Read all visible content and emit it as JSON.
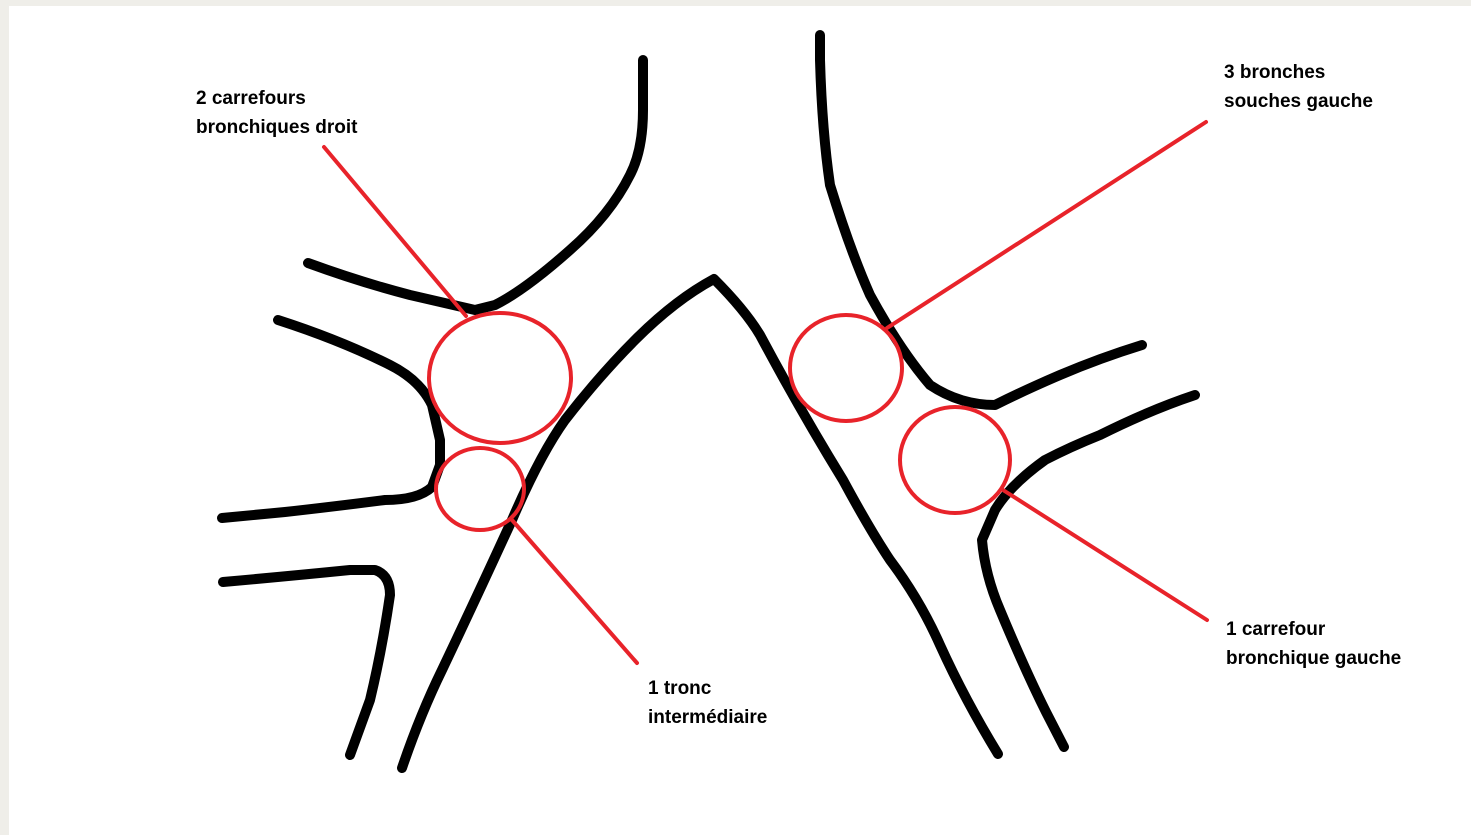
{
  "colors": {
    "background": "#efeee9",
    "canvas": "#ffffff",
    "airway_stroke": "#000000",
    "annotation": "#e8232a",
    "text": "#000000"
  },
  "annotations": {
    "right_carrefours": {
      "line1": "2 carrefours",
      "line2": "bronchiques droit"
    },
    "left_bronches_souches": {
      "line1": "3 bronches",
      "line2": "souches gauche"
    },
    "tronc_intermediaire": {
      "line1": "1 tronc",
      "line2": "intermédiaire"
    },
    "left_carrefour": {
      "line1": "1 carrefour",
      "line2": "bronchique gauche"
    }
  }
}
